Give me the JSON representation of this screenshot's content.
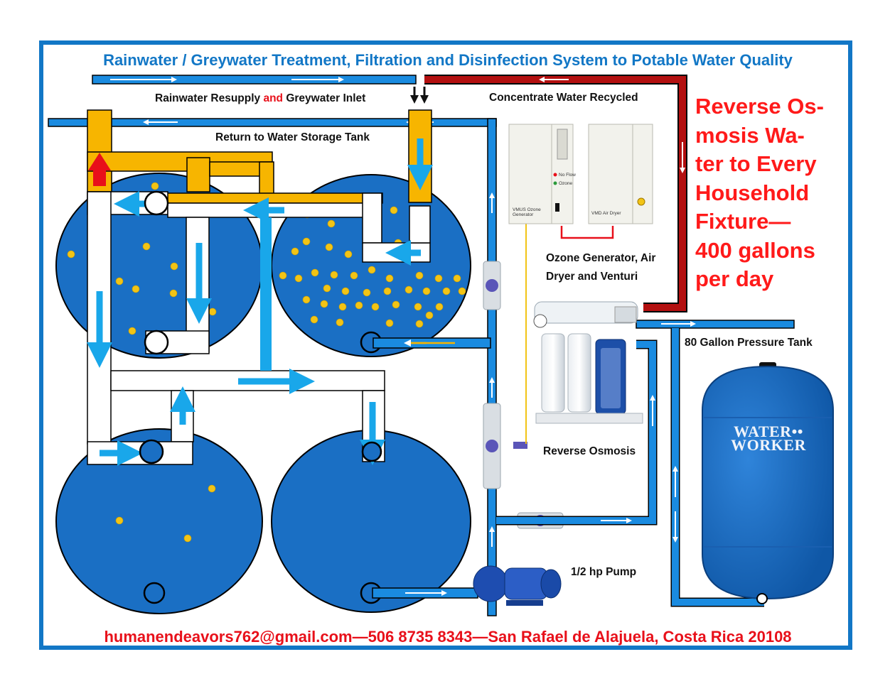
{
  "title": "Rainwater / Greywater Treatment, Filtration and Disinfection System to Potable Water Quality",
  "labels": {
    "inlet_prefix": "Rainwater Resupply ",
    "inlet_and": "and",
    "inlet_suffix": " Greywater Inlet",
    "concentrate": "Concentrate Water Recycled",
    "return": "Return to Water Storage Tank",
    "ozone_line1": "Ozone Generator, Air",
    "ozone_line2": "Dryer and Venturi",
    "ro": "Reverse Osmosis",
    "pressure_tank": "80 Gallon Pressure Tank",
    "pump": "1/2 hp Pump"
  },
  "headline": [
    "Reverse Os-",
    "mosis Wa-",
    "ter to Every",
    "Household",
    "Fixture—",
    "400 gallons",
    "per day"
  ],
  "devices": {
    "ozone_gen_label1": "VMUS Ozone",
    "ozone_gen_label2": "Generator",
    "no_flow": "No Flow",
    "ozone": "Ozone",
    "air_dryer": "VMD Air Dryer"
  },
  "brand": {
    "line1": "WATER••",
    "line2": "WORKER"
  },
  "footer": "humanendeavors762@gmail.com—506 8735 8343—San Rafael de Alajuela, Costa Rica 20108",
  "colors": {
    "border": "#1277c6",
    "tank": "#1a6fc4",
    "pipe_blue": "#1a8be0",
    "pipe_orange": "#f7b500",
    "concentrate_red": "#b31010",
    "flow_arrow": "#19a7ea",
    "headline_red": "#ff1a1a"
  }
}
